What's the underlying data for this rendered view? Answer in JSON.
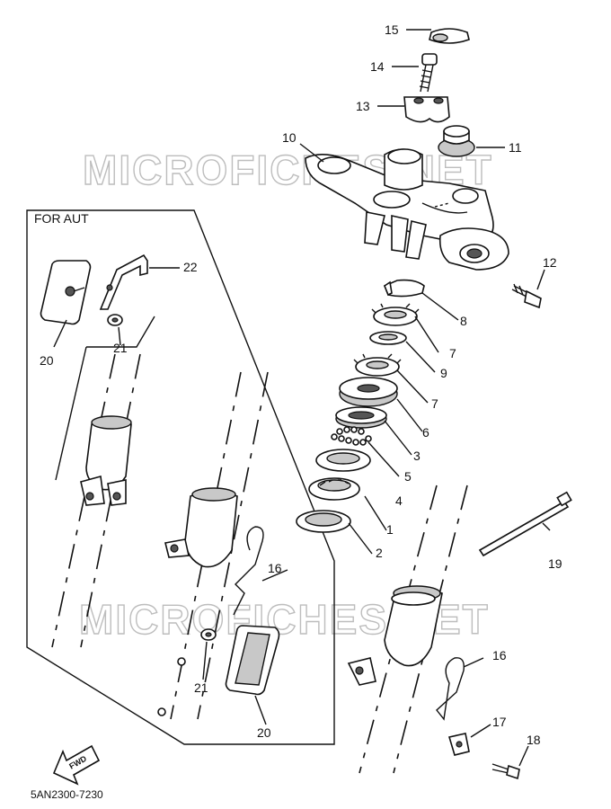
{
  "watermark": "MICROFICHES.NET",
  "inset_label": "FOR AUT",
  "fwd_label": "FWD",
  "diagram_code": "5AN2300-7230",
  "callouts": {
    "c1": "1",
    "c2": "2",
    "c3": "3",
    "c4": "4",
    "c5": "5",
    "c6": "6",
    "c7a": "7",
    "c7b": "7",
    "c8": "8",
    "c9": "9",
    "c10": "10",
    "c11": "11",
    "c12": "12",
    "c13": "13",
    "c14": "14",
    "c15": "15",
    "c16a": "16",
    "c16b": "16",
    "c17": "17",
    "c18": "18",
    "c19": "19",
    "c20a": "20",
    "c20b": "20",
    "c21a": "21",
    "c21b": "21",
    "c22": "22"
  }
}
